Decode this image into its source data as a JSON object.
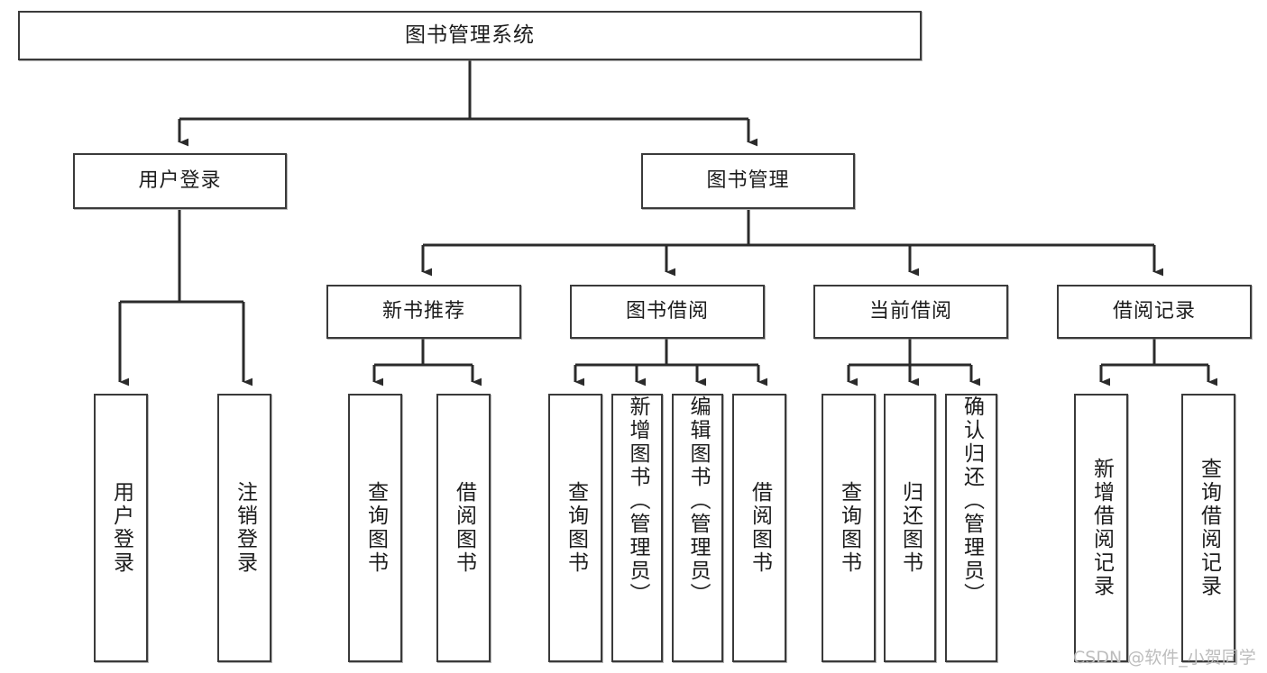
{
  "diagram": {
    "title": "图书管理系统",
    "type": "tree",
    "watermark": "CSDN @软件_小贺同学",
    "colors": {
      "box_border": "#3a3a3a",
      "box_fill": "#ffffff",
      "connector": "#2b2b2b",
      "text": "#1c1c1c",
      "watermark": "#bdbdbd"
    }
  },
  "nodes": {
    "root": {
      "label": "图书管理系统",
      "level": 0
    },
    "level1": [
      {
        "id": "user-login",
        "label": "用户登录"
      },
      {
        "id": "book-manage",
        "label": "图书管理"
      }
    ],
    "level2": [
      {
        "id": "new-book-recommend",
        "label": "新书推荐",
        "parent": "book-manage"
      },
      {
        "id": "book-borrow",
        "label": "图书借阅",
        "parent": "book-manage"
      },
      {
        "id": "current-borrow",
        "label": "当前借阅",
        "parent": "book-manage"
      },
      {
        "id": "borrow-record",
        "label": "借阅记录",
        "parent": "book-manage"
      }
    ],
    "leaves": [
      {
        "id": "leaf-user-login",
        "label": "用户登录",
        "parent": "user-login"
      },
      {
        "id": "leaf-user-logout",
        "label": "注销登录",
        "parent": "user-login"
      },
      {
        "id": "leaf-query-book-1",
        "label": "查询图书",
        "parent": "new-book-recommend"
      },
      {
        "id": "leaf-borrow-book-1",
        "label": "借阅图书",
        "parent": "new-book-recommend"
      },
      {
        "id": "leaf-query-book-2",
        "label": "查询图书",
        "parent": "book-borrow"
      },
      {
        "id": "leaf-add-book",
        "label": "新增图书（管理员）",
        "parent": "book-borrow"
      },
      {
        "id": "leaf-edit-book",
        "label": "编辑图书（管理员）",
        "parent": "book-borrow"
      },
      {
        "id": "leaf-borrow-book-2",
        "label": "借阅图书",
        "parent": "book-borrow"
      },
      {
        "id": "leaf-query-book-3",
        "label": "查询图书",
        "parent": "current-borrow"
      },
      {
        "id": "leaf-return-book",
        "label": "归还图书",
        "parent": "current-borrow"
      },
      {
        "id": "leaf-confirm-return",
        "label": "确认归还（管理员）",
        "parent": "current-borrow"
      },
      {
        "id": "leaf-add-record",
        "label": "新增借阅记录",
        "parent": "borrow-record"
      },
      {
        "id": "leaf-query-record",
        "label": "查询借阅记录",
        "parent": "borrow-record"
      }
    ]
  }
}
